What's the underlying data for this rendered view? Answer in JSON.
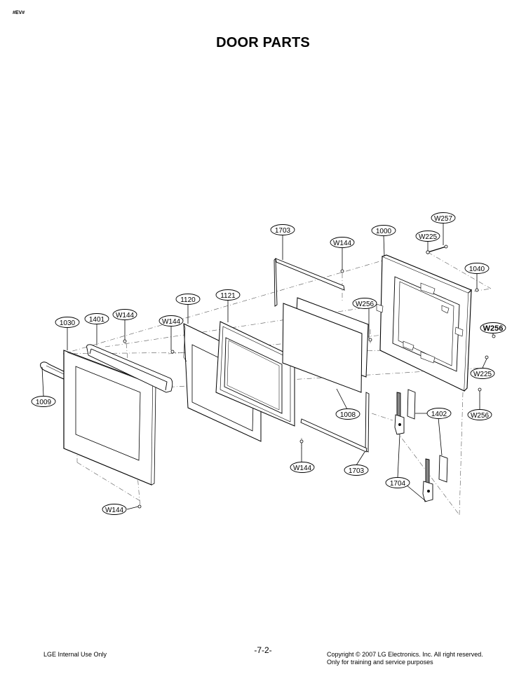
{
  "header": {
    "tag": "#EV#",
    "title": "DOOR PARTS"
  },
  "callouts": {
    "w257": "W257",
    "w225_top": "W225",
    "c1703_top": "1703",
    "c1000": "1000",
    "w144_top": "W144",
    "c1040": "1040",
    "w256_mid": "W256",
    "c1120": "1120",
    "c1121": "1121",
    "w256_right": "W256",
    "c1401": "1401",
    "w144_a": "W144",
    "c1030": "1030",
    "w144_b": "W144",
    "w225_right": "W225",
    "c1009": "1009",
    "c1008": "1008",
    "c1402": "1402",
    "w256_low": "W256",
    "w144_low": "W144",
    "c1703_low": "1703",
    "c1704": "1704",
    "w144_bottom": "W144"
  },
  "footer": {
    "left": "LGE Internal Use Only",
    "page": "-7-2-",
    "copyright": "Copyright © 2007 LG Electronics. Inc. All right reserved.",
    "notice": "Only for training and service purposes"
  }
}
